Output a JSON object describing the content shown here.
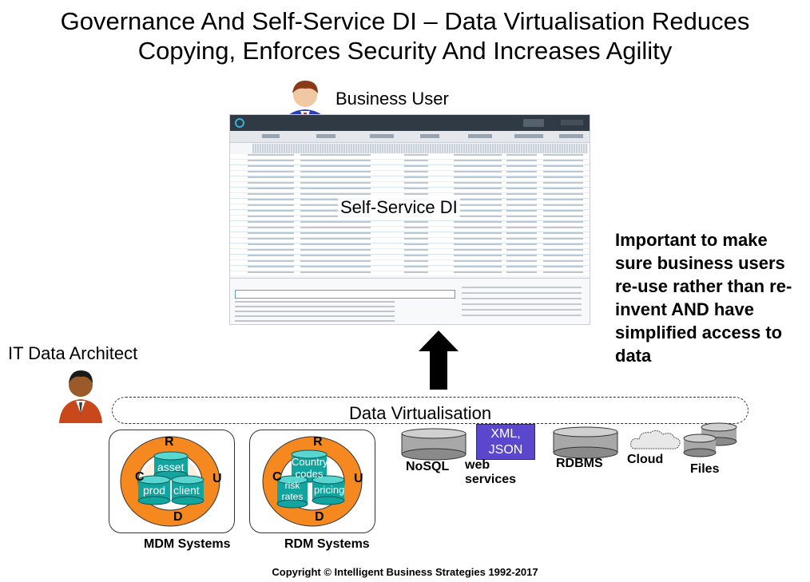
{
  "title": {
    "line1": "Governance And Self-Service DI – Data Virtualisation Reduces",
    "line2": "Copying, Enforces Security And Increases Agility"
  },
  "business_user": "Business User",
  "self_service": "Self-Service DI",
  "it_architect": "IT Data Architect",
  "note": "Important to make sure business users re-use rather than re-invent AND have simplified access to data",
  "virtualisation": "Data Virtualisation",
  "mdm": {
    "letters": {
      "r": "R",
      "c": "C",
      "u": "U",
      "d": "D"
    },
    "asset": "asset",
    "prod": "prod",
    "client": "client",
    "label": "MDM Systems"
  },
  "rdm": {
    "letters": {
      "r": "R",
      "c": "C",
      "u": "U",
      "d": "D"
    },
    "codes_1": "Country",
    "codes_2": "codes",
    "risk_1": "risk",
    "risk_2": "rates",
    "pricing": "pricing",
    "label": "RDM Systems"
  },
  "sources": {
    "nosql": "NoSQL",
    "xml_1": "XML,",
    "xml_2": "JSON",
    "web_1": "web",
    "web_2": "services",
    "rdbms": "RDBMS",
    "cloud": "Cloud",
    "files": "Files"
  },
  "copyright": "Copyright © Intelligent Business Strategies 1992-2017"
}
